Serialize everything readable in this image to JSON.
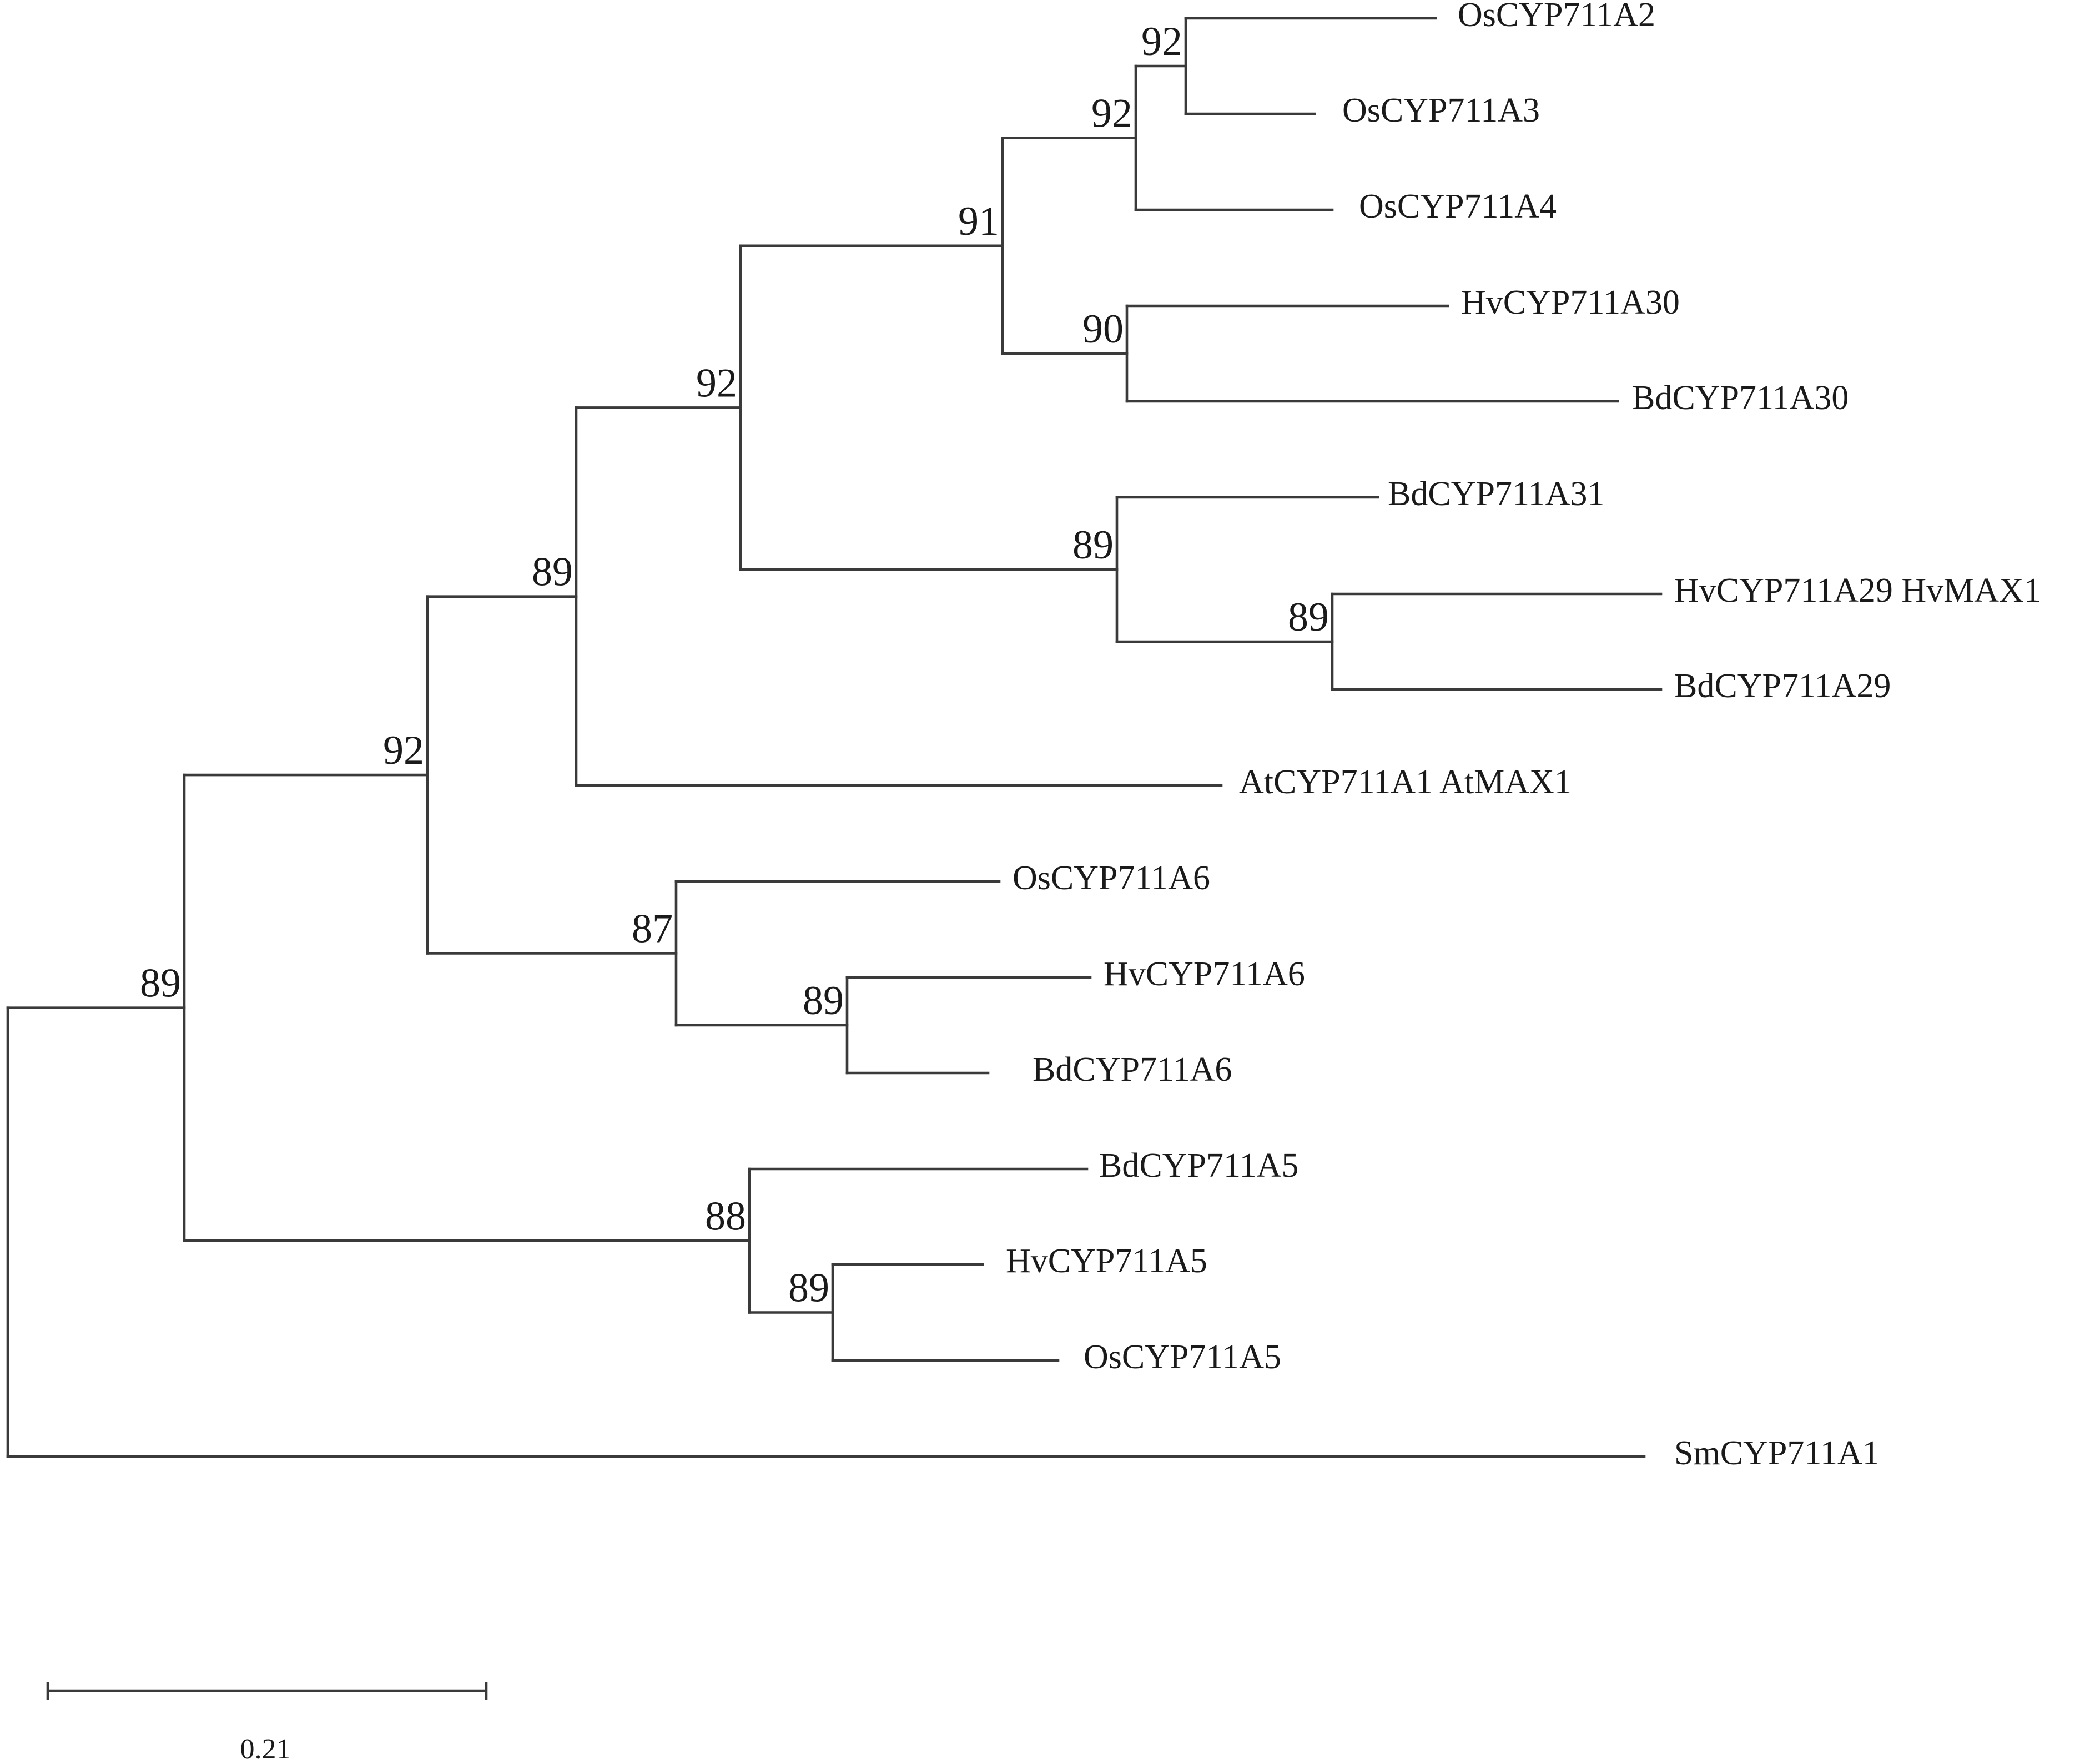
{
  "tree": {
    "leaves": [
      {
        "id": "L1",
        "label": "OsCYP711A2"
      },
      {
        "id": "L2",
        "label": "OsCYP711A3"
      },
      {
        "id": "L3",
        "label": "OsCYP711A4"
      },
      {
        "id": "L4",
        "label": "HvCYP711A30"
      },
      {
        "id": "L5",
        "label": "BdCYP711A30"
      },
      {
        "id": "L6",
        "label": "BdCYP711A31"
      },
      {
        "id": "L7",
        "label": "HvCYP711A29 HvMAX1"
      },
      {
        "id": "L8",
        "label": "BdCYP711A29"
      },
      {
        "id": "L9",
        "label": "AtCYP711A1 AtMAX1"
      },
      {
        "id": "L10",
        "label": "OsCYP711A6"
      },
      {
        "id": "L11",
        "label": "HvCYP711A6"
      },
      {
        "id": "L12",
        "label": "BdCYP711A6"
      },
      {
        "id": "L13",
        "label": "BdCYP711A5"
      },
      {
        "id": "L14",
        "label": "HvCYP711A5"
      },
      {
        "id": "L15",
        "label": "OsCYP711A5"
      },
      {
        "id": "L16",
        "label": "SmCYP711A1"
      }
    ],
    "support_values": [
      {
        "node": "N_A2A3",
        "value": "92"
      },
      {
        "node": "N_Os3",
        "value": "92"
      },
      {
        "node": "N_Os_Hv",
        "value": "91"
      },
      {
        "node": "N_A30",
        "value": "90"
      },
      {
        "node": "N_Grass",
        "value": "92"
      },
      {
        "node": "N_A31_29",
        "value": "89"
      },
      {
        "node": "N_A29",
        "value": "89"
      },
      {
        "node": "N_MAX1",
        "value": "89"
      },
      {
        "node": "N_Main",
        "value": "92"
      },
      {
        "node": "N_A6",
        "value": "87"
      },
      {
        "node": "N_HvBd6",
        "value": "89"
      },
      {
        "node": "N_Root",
        "value": "89"
      },
      {
        "node": "N_A5",
        "value": "88"
      },
      {
        "node": "N_HvOs5",
        "value": "89"
      }
    ],
    "scale_bar": {
      "label": "0.21"
    }
  }
}
